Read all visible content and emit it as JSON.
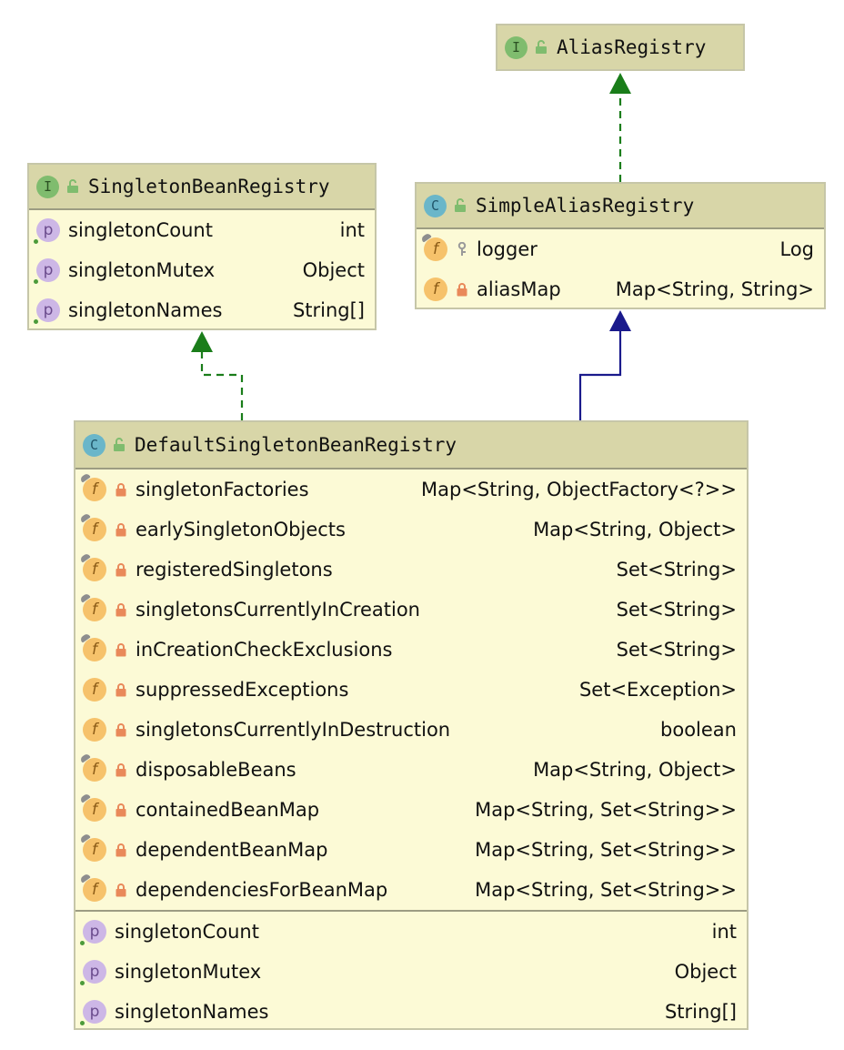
{
  "diagram": {
    "alias_registry": {
      "kind": "I",
      "title": "AliasRegistry"
    },
    "singleton_bean_registry": {
      "kind": "I",
      "title": "SingletonBeanRegistry",
      "properties": [
        {
          "name": "singletonCount",
          "type": "int"
        },
        {
          "name": "singletonMutex",
          "type": "Object"
        },
        {
          "name": "singletonNames",
          "type": "String[]"
        }
      ]
    },
    "simple_alias_registry": {
      "kind": "C",
      "title": "SimpleAliasRegistry",
      "fields": [
        {
          "name": "logger",
          "type": "Log",
          "visibility": "key-icon"
        },
        {
          "name": "aliasMap",
          "type": "Map<String, String>",
          "visibility": "lock-icon"
        }
      ]
    },
    "default_singleton_bean_registry": {
      "kind": "C",
      "title": "DefaultSingletonBeanRegistry",
      "fields": [
        {
          "name": "singletonFactories",
          "type": "Map<String, ObjectFactory<?>>"
        },
        {
          "name": "earlySingletonObjects",
          "type": "Map<String, Object>"
        },
        {
          "name": "registeredSingletons",
          "type": "Set<String>"
        },
        {
          "name": "singletonsCurrentlyInCreation",
          "type": "Set<String>"
        },
        {
          "name": "inCreationCheckExclusions",
          "type": "Set<String>"
        },
        {
          "name": "suppressedExceptions",
          "type": "Set<Exception>"
        },
        {
          "name": "singletonsCurrentlyInDestruction",
          "type": "boolean"
        },
        {
          "name": "disposableBeans",
          "type": "Map<String, Object>"
        },
        {
          "name": "containedBeanMap",
          "type": "Map<String, Set<String>>"
        },
        {
          "name": "dependentBeanMap",
          "type": "Map<String, Set<String>>"
        },
        {
          "name": "dependenciesForBeanMap",
          "type": "Map<String, Set<String>>"
        }
      ],
      "properties": [
        {
          "name": "singletonCount",
          "type": "int"
        },
        {
          "name": "singletonMutex",
          "type": "Object"
        },
        {
          "name": "singletonNames",
          "type": "String[]"
        }
      ]
    },
    "colors": {
      "implements_edge": "#1a7d1a",
      "extends_edge": "#1a1a8c",
      "box_fill": "#fcfad6",
      "header_fill": "#d8d6a8"
    }
  }
}
